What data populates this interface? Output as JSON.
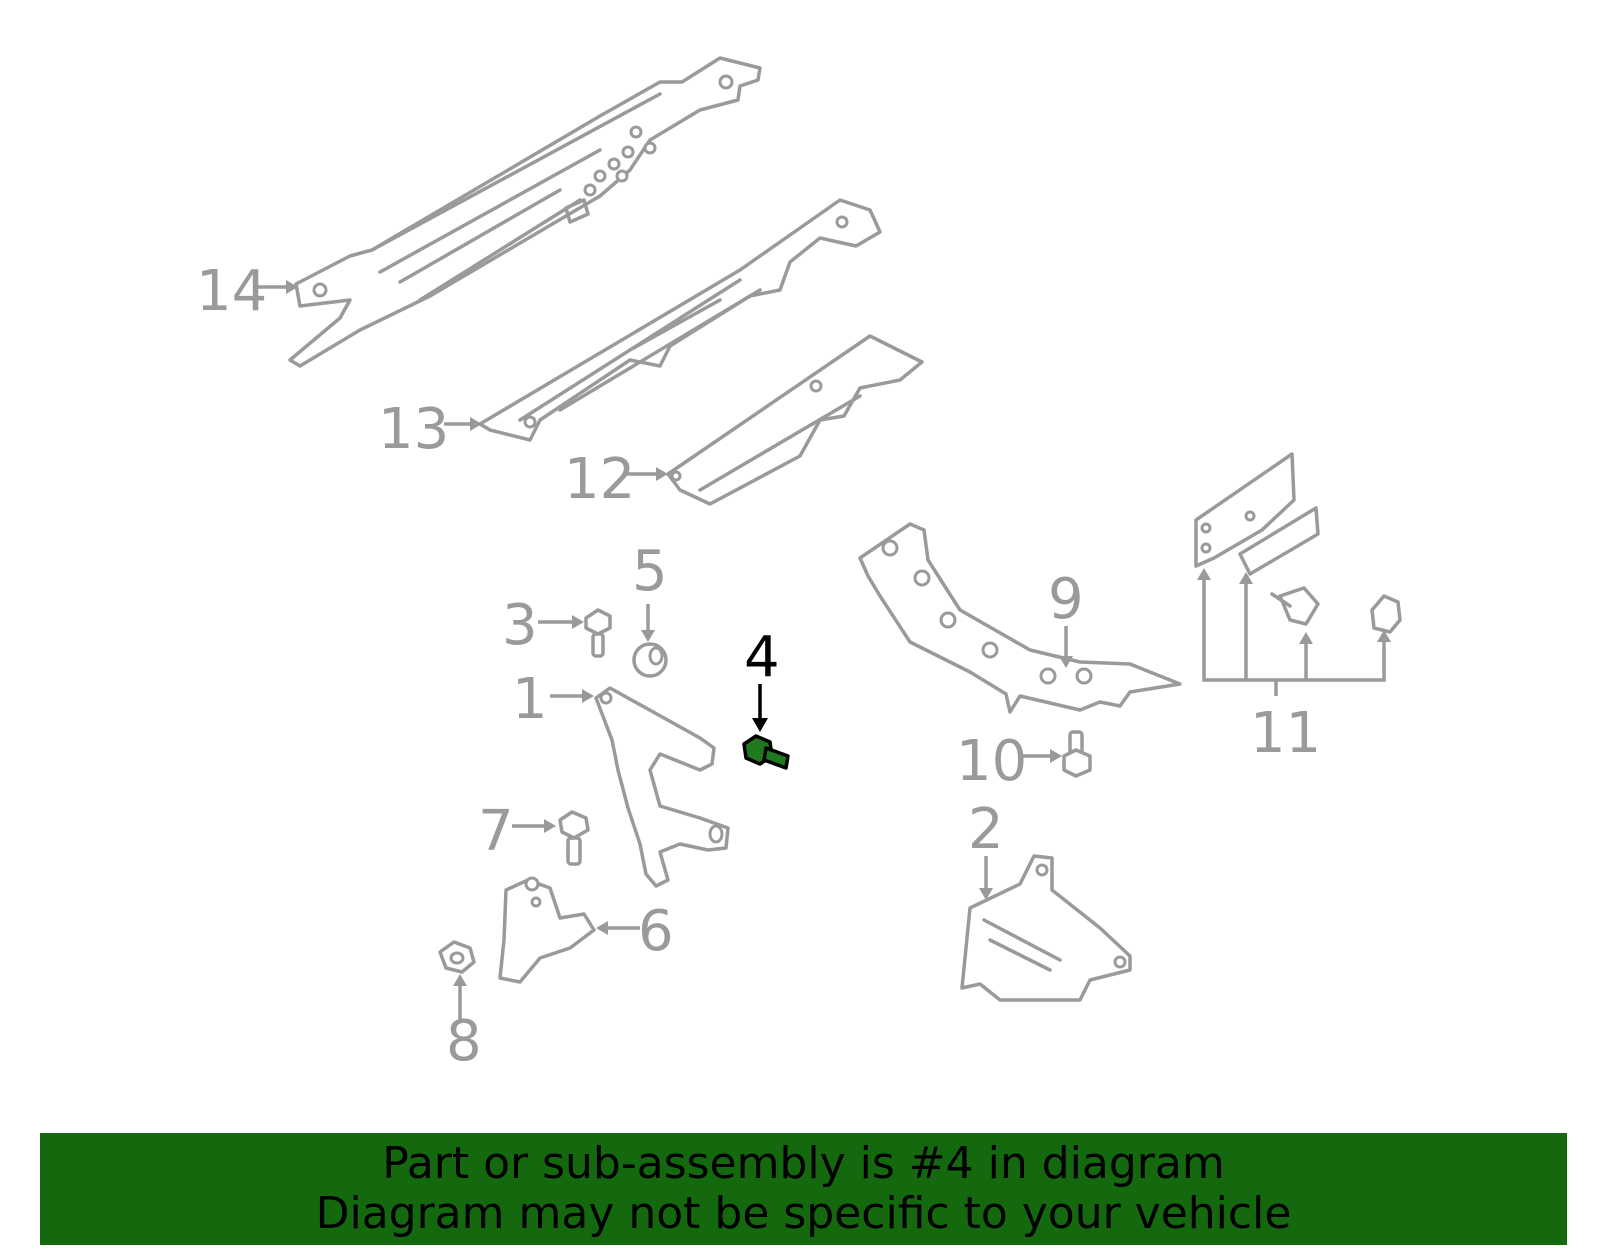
{
  "callouts": [
    {
      "id": "1",
      "label": "1"
    },
    {
      "id": "2",
      "label": "2"
    },
    {
      "id": "3",
      "label": "3"
    },
    {
      "id": "4",
      "label": "4",
      "highlighted": true
    },
    {
      "id": "5",
      "label": "5"
    },
    {
      "id": "6",
      "label": "6"
    },
    {
      "id": "7",
      "label": "7"
    },
    {
      "id": "8",
      "label": "8"
    },
    {
      "id": "9",
      "label": "9"
    },
    {
      "id": "10",
      "label": "10"
    },
    {
      "id": "11",
      "label": "11"
    },
    {
      "id": "12",
      "label": "12"
    },
    {
      "id": "13",
      "label": "13"
    },
    {
      "id": "14",
      "label": "14"
    }
  ],
  "highlight_color": "#1f7a1f",
  "part_color": "#9a9a9a",
  "banner": {
    "line1": "Part or sub-assembly is #4 in diagram",
    "line2": "Diagram may not be specific to your vehicle",
    "background": "#14690f"
  }
}
